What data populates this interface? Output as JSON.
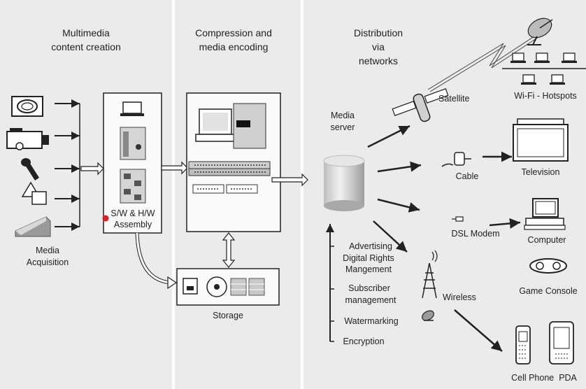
{
  "headers": {
    "creation_line1": "Multimedia",
    "creation_line2": "content creation",
    "compression_line1": "Compression and",
    "compression_line2": "media encoding",
    "distribution_line1": "Distribution",
    "distribution_line2": "via",
    "distribution_line3": "networks"
  },
  "labels": {
    "acquisition_line1": "Media",
    "acquisition_line2": "Acquisition",
    "assembly_line1": "S/W & H/W",
    "assembly_line2": "Assembly",
    "storage": "Storage",
    "server_line1": "Media",
    "server_line2": "server",
    "satellite": "Satellite",
    "wifi": "Wi-Fi - Hotspots",
    "cable": "Cable",
    "television": "Television",
    "dsl": "DSL Modem",
    "computer": "Computer",
    "game_console": "Game Console",
    "wireless": "Wireless",
    "cell_pda": "Cell Phone  PDA"
  },
  "services": {
    "advertising": "Advertising",
    "drm_line1": "Digital Rights",
    "drm_line2": "Mangement",
    "subscriber_line1": "Subscriber",
    "subscriber_line2": "management",
    "watermarking": "Watermarking",
    "encryption": "Encryption"
  },
  "colors": {
    "panel": "#ebebeb",
    "line": "#222222",
    "marker": "#e02020"
  }
}
